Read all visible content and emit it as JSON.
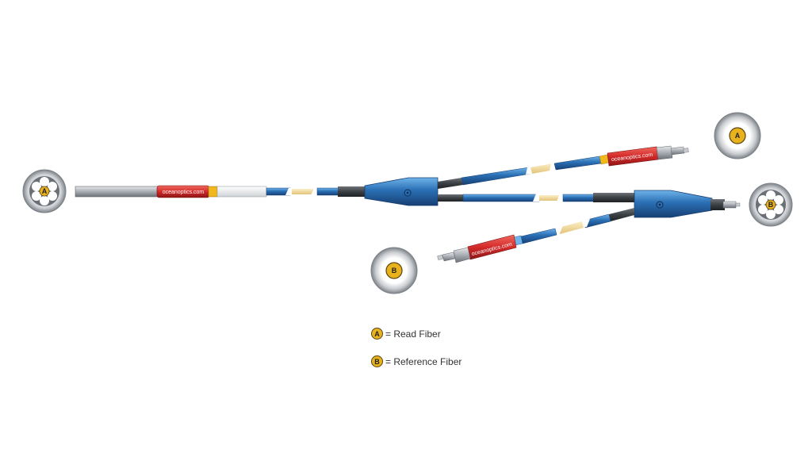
{
  "diagram": {
    "brand_text": "oceanoptics.com",
    "letters": {
      "a": "A",
      "b": "B"
    },
    "legend": [
      {
        "letter": "A",
        "text": "= Read Fiber"
      },
      {
        "letter": "B",
        "text": "= Reference Fiber"
      }
    ]
  },
  "colors": {
    "cable_blue": "#2a6fb4",
    "sleeve_red": "#d42a2a",
    "badge_gold": "#e8b21f",
    "fiber_cream": "#f2dc9e",
    "metal_grey": "#a9adb3"
  }
}
